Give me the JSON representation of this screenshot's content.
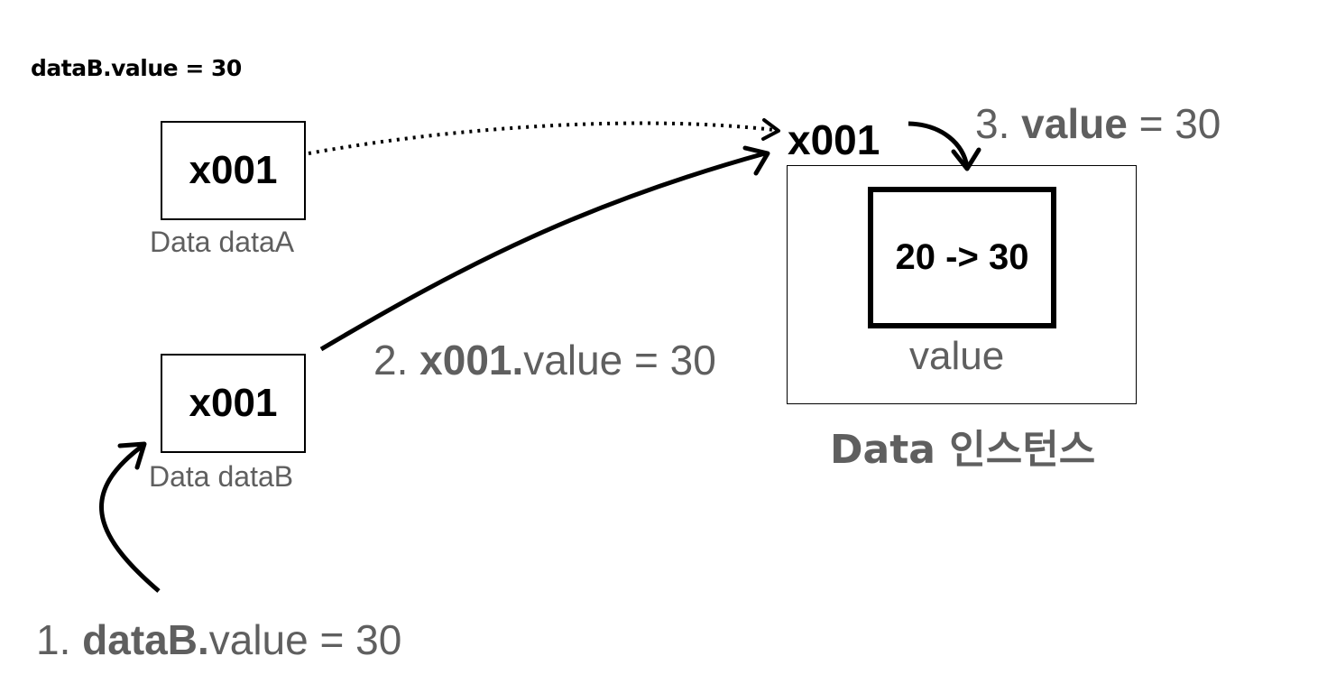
{
  "caption": "dataB.value = 30",
  "varA": {
    "value": "x001",
    "label": "Data dataA"
  },
  "varB": {
    "value": "x001",
    "label": "Data dataB"
  },
  "instance": {
    "address": "x001",
    "field_value": "20 -> 30",
    "field_label": "value",
    "label": "Data 인스턴스"
  },
  "steps": [
    {
      "num": "1. ",
      "bold": "dataB.",
      "rest": "value = 30"
    },
    {
      "num": "2. ",
      "bold": "x001.",
      "rest": "value = 30"
    },
    {
      "num": "3. ",
      "bold": "value",
      "rest": " = 30"
    }
  ],
  "colors": {
    "ink": "#000000",
    "muted": "#5f5f5f",
    "background": "#ffffff"
  }
}
